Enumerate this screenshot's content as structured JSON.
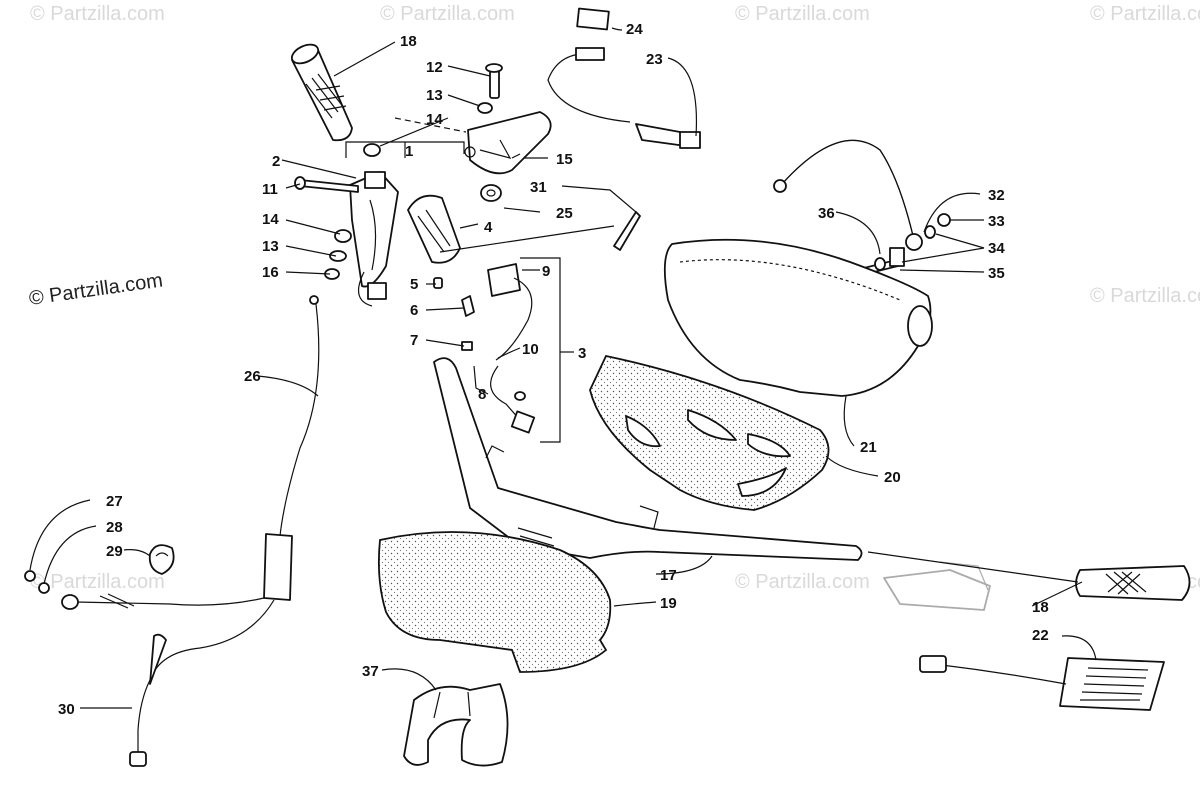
{
  "watermark": {
    "main": "© Partzilla.com",
    "faint": "© Partzilla.com"
  },
  "callouts": {
    "c1": "1",
    "c2": "2",
    "c3": "3",
    "c4": "4",
    "c5": "5",
    "c6": "6",
    "c7": "7",
    "c8": "8",
    "c9": "9",
    "c10": "10",
    "c11": "11",
    "c12": "12",
    "c13a": "13",
    "c13b": "13",
    "c14a": "14",
    "c14b": "14",
    "c15": "15",
    "c16": "16",
    "c17": "17",
    "c18a": "18",
    "c18b": "18",
    "c19": "19",
    "c20": "20",
    "c21": "21",
    "c22": "22",
    "c23": "23",
    "c24": "24",
    "c25": "25",
    "c26": "26",
    "c27": "27",
    "c28": "28",
    "c29": "29",
    "c30": "30",
    "c31": "31",
    "c32": "32",
    "c33": "33",
    "c34": "34",
    "c35": "35",
    "c36": "36",
    "c37": "37"
  }
}
